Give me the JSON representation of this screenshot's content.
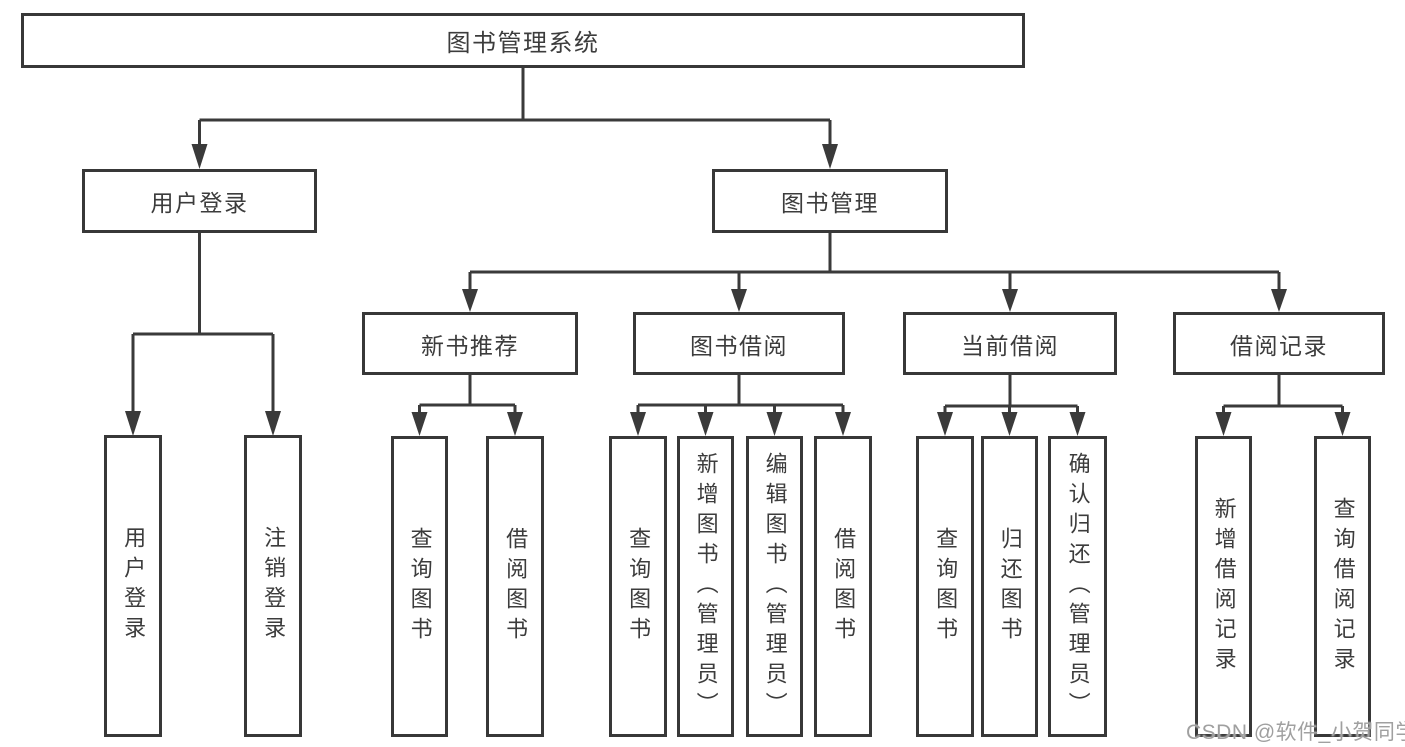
{
  "tree": {
    "root": {
      "label": "图书管理系统",
      "children": [
        {
          "label": "用户登录",
          "children": [
            {
              "label": "用户登录"
            },
            {
              "label": "注销登录"
            }
          ]
        },
        {
          "label": "图书管理",
          "children": [
            {
              "label": "新书推荐",
              "children": [
                {
                  "label": "查询图书"
                },
                {
                  "label": "借阅图书"
                }
              ]
            },
            {
              "label": "图书借阅",
              "children": [
                {
                  "label": "查询图书"
                },
                {
                  "label": "新增图书（管理员）"
                },
                {
                  "label": "编辑图书（管理员）"
                },
                {
                  "label": "借阅图书"
                }
              ]
            },
            {
              "label": "当前借阅",
              "children": [
                {
                  "label": "查询图书"
                },
                {
                  "label": "归还图书"
                },
                {
                  "label": "确认归还（管理员）"
                }
              ]
            },
            {
              "label": "借阅记录",
              "children": [
                {
                  "label": "新增借阅记录"
                },
                {
                  "label": "查询借阅记录"
                }
              ]
            }
          ]
        }
      ]
    }
  },
  "watermark": {
    "text": "CSDN @软件_小贺同学"
  },
  "colors": {
    "line": "#3a3a3a",
    "box_border": "#383838",
    "text": "#3c3c3c",
    "background": "#ffffff",
    "watermark": "#a0a0a0"
  }
}
